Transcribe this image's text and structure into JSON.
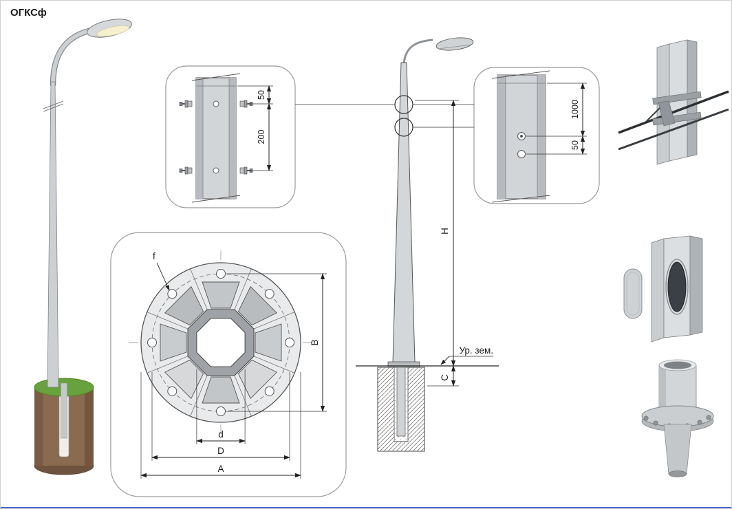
{
  "title": "ОГКСф",
  "callout_clamp": {
    "dim_top": "50",
    "dim_bottom": "200"
  },
  "callout_bolt": {
    "dim_top": "1000",
    "dim_bottom": "50"
  },
  "flange_plan": {
    "hole_label": "f",
    "dim_vertical": "B",
    "dim_inner": "d",
    "dim_bolt_circle": "D",
    "dim_outer": "A"
  },
  "elevation": {
    "dim_height": "H",
    "dim_embed": "C",
    "ground_level": "Ур. зем."
  },
  "colors": {
    "pole_gray": "#ccd0d3",
    "steel_dark": "#aeb3b7",
    "foundation_brown": "#8a6b50",
    "grass_green": "#67a23c",
    "accent_bottom_bar": "#4a69cf",
    "line": "#333333"
  }
}
